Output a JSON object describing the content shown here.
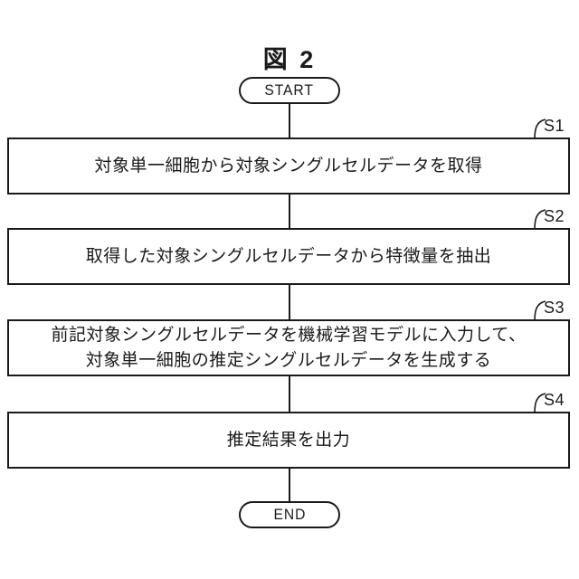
{
  "figure": {
    "title": "図 2",
    "ink_color": "#1a1a1a",
    "background_color": "#ffffff"
  },
  "flowchart": {
    "start_label": "START",
    "end_label": "END",
    "steps": [
      {
        "id": "S1",
        "text": "対象単一細胞から対象シングルセルデータを取得"
      },
      {
        "id": "S2",
        "text": "取得した対象シングルセルデータから特徴量を抽出"
      },
      {
        "id": "S3",
        "text": "前記対象シングルセルデータを機械学習モデルに入力して、",
        "text2": "対象単一細胞の推定シングルセルデータを生成する"
      },
      {
        "id": "S4",
        "text": "推定結果を出力"
      }
    ]
  }
}
